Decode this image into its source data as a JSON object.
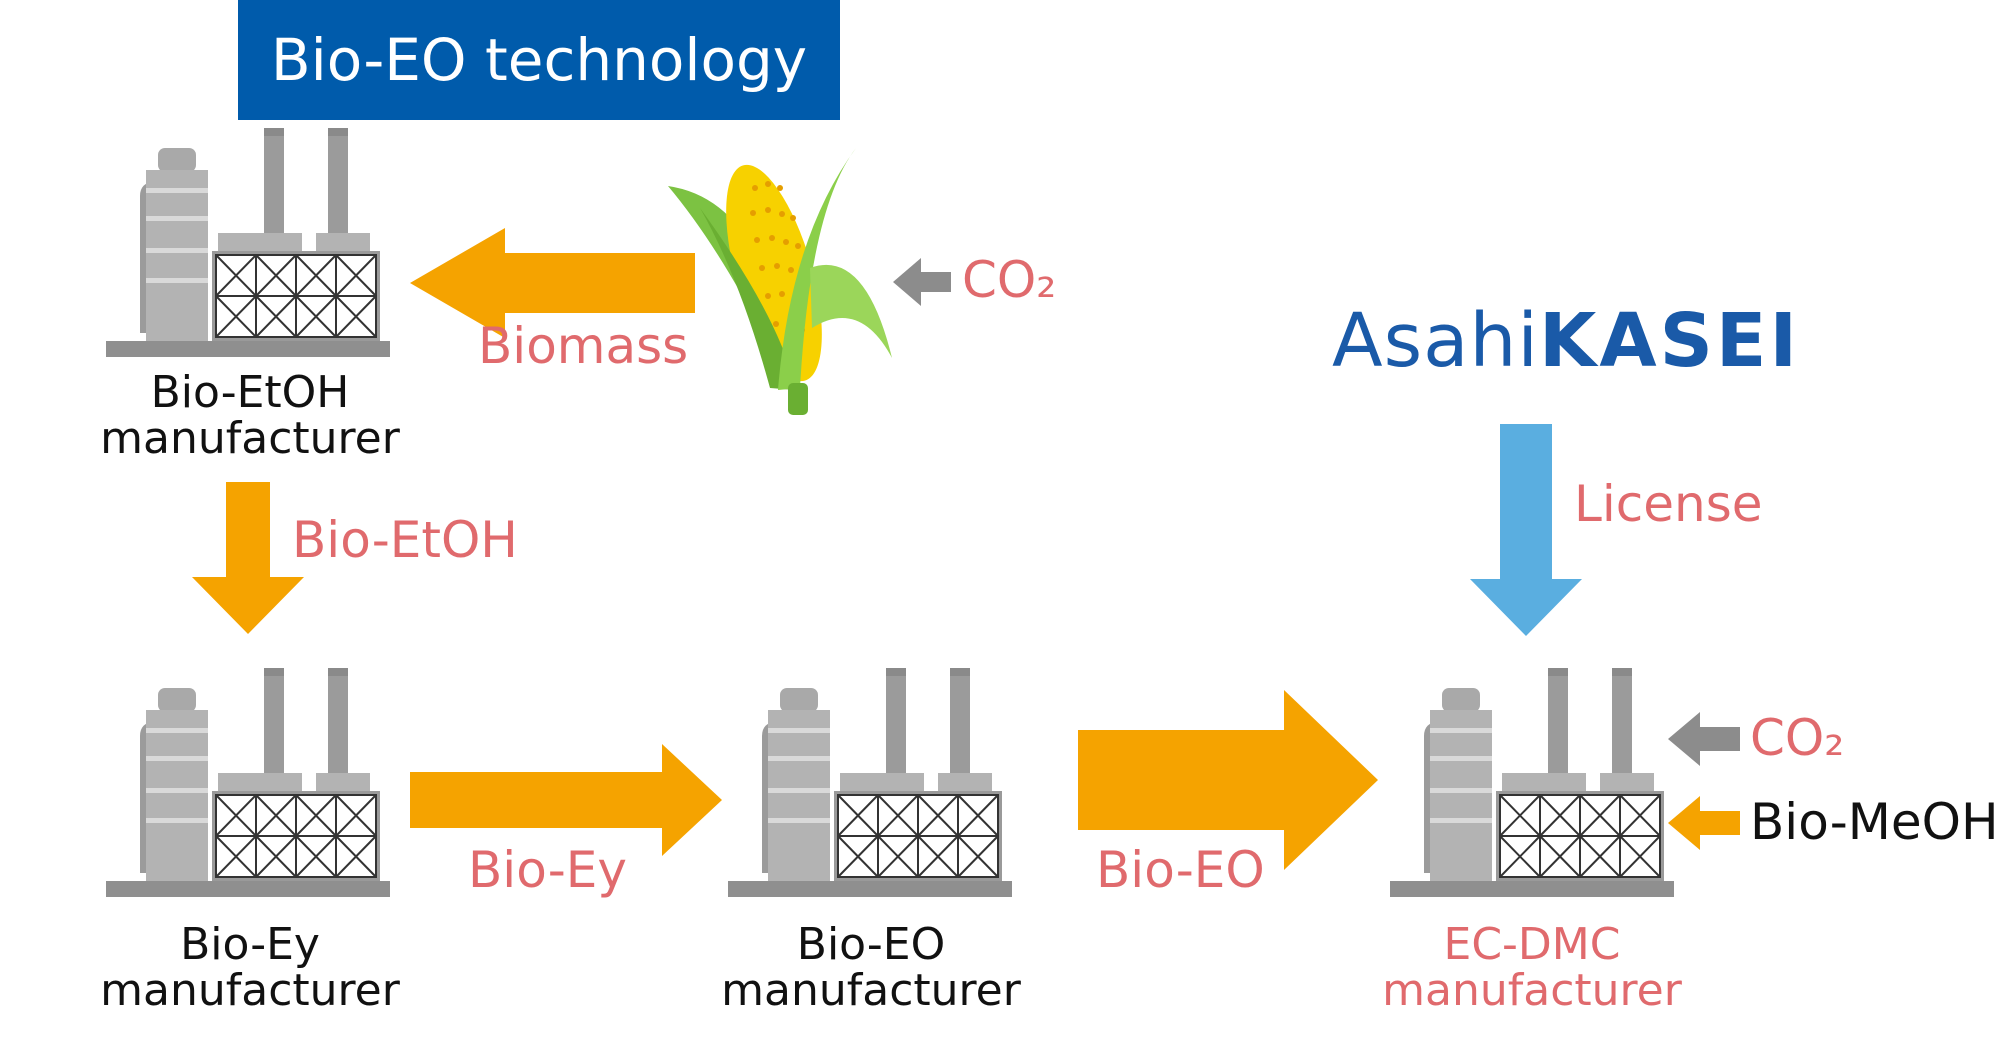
{
  "title": "Bio-EO technology",
  "logo": {
    "part1": "Asahi",
    "part2": "KASEI"
  },
  "nodes": {
    "bio_etoh_mfr": {
      "line1": "Bio-EtOH",
      "line2": "manufacturer"
    },
    "bio_ey_mfr": {
      "line1": "Bio-Ey",
      "line2": "manufacturer"
    },
    "bio_eo_mfr": {
      "line1": "Bio-EO",
      "line2": "manufacturer"
    },
    "ec_dmc_mfr": {
      "line1": "EC-DMC",
      "line2": "manufacturer"
    }
  },
  "flows": {
    "biomass": "Biomass",
    "bio_etoh": "Bio-EtOH",
    "bio_ey": "Bio-Ey",
    "bio_eo": "Bio-EO",
    "license": "License",
    "co2_corn": "CO₂",
    "co2_ecdmc": "CO₂",
    "bio_meoh": "Bio-MeOH"
  },
  "colors": {
    "title_bg": "#005bab",
    "logo": "#1a5aa8",
    "flow_arrow": "#f5a300",
    "license_arrow": "#5aaee0",
    "co2_arrow": "#8c8c8c",
    "label_accent": "#e06a6d",
    "factory_gray": "#a9a9a9"
  },
  "icons": [
    "factory-icon",
    "corn-icon",
    "arrow-icon"
  ]
}
